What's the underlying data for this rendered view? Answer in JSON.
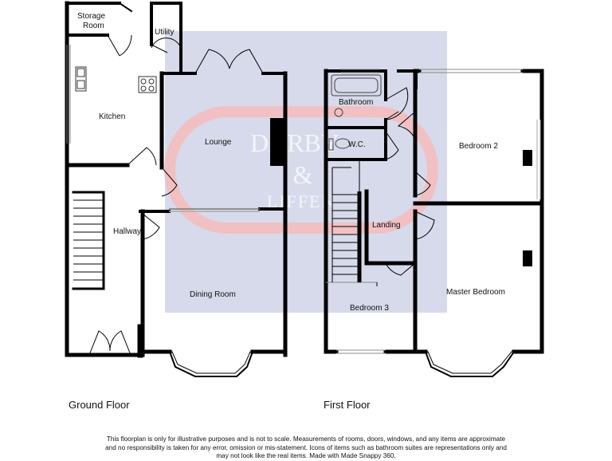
{
  "ground_floor": {
    "title": "Ground Floor",
    "rooms": {
      "storage": [
        "Storage",
        "Room"
      ],
      "utility": "Utility",
      "kitchen": "Kitchen",
      "lounge": "Lounge",
      "hallway": "Hallway",
      "dining": "Dining Room"
    }
  },
  "first_floor": {
    "title": "First Floor",
    "rooms": {
      "bathroom": "Bathroom",
      "wc": "W.C.",
      "bedroom2": "Bedroom 2",
      "landing": "Landing",
      "master": "Master Bedroom",
      "bedroom3": "Bedroom 3"
    }
  },
  "watermark": {
    "line1": "DARBY",
    "line2": "&",
    "line3": "LIFFEN"
  },
  "colors": {
    "wall": "#000000",
    "watermark_box": "#cfd3e6",
    "watermark_ring": "#f4b6b6"
  },
  "disclaimer": [
    "This floorplan is only for illustrative purposes and is not to scale. Measurements of rooms, doors, windows, and any items are approximate",
    "and no responsibility is taken for any error, omission or mis-statement. Icons of items such as bathroom suites are representations only and",
    "may not look like the real items. Made with Made Snappy 360."
  ]
}
